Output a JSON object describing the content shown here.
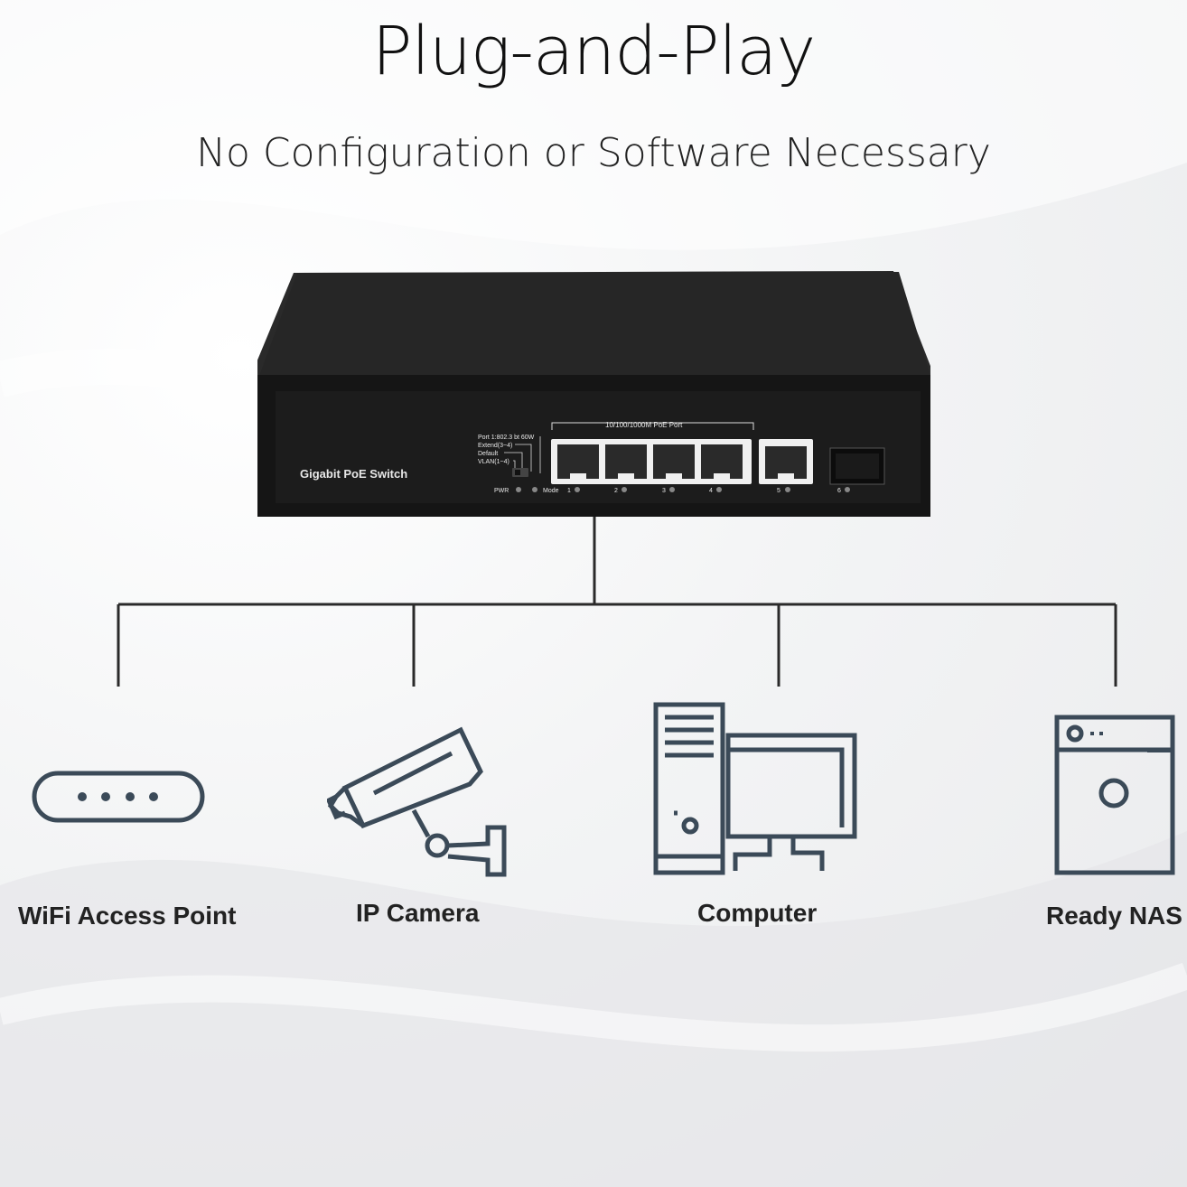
{
  "header": {
    "title": "Plug-and-Play",
    "subtitle": "No Configuration or Software Necessary"
  },
  "switch": {
    "brand_label": "Gigabit PoE Switch",
    "port_group_label": "10/100/1000M PoE Port",
    "mode_options": [
      "Port 1:802.3 bt 60W",
      "Extend(3~4)",
      "Default",
      "VLAN(1~4)"
    ],
    "pwr_label": "PWR",
    "mode_label": "Mode",
    "port_numbers": [
      "1",
      "2",
      "3",
      "4",
      "5",
      "6"
    ]
  },
  "devices": [
    {
      "label": "WiFi Access Point",
      "icon": "wifi-access-point-icon"
    },
    {
      "label": "IP Camera",
      "icon": "ip-camera-icon"
    },
    {
      "label": "Computer",
      "icon": "computer-icon"
    },
    {
      "label": "Ready NAS",
      "icon": "nas-icon"
    }
  ],
  "colors": {
    "icon_stroke": "#3b4a58",
    "switch_body": "#1b1b1b",
    "line": "#2a2a2a"
  }
}
